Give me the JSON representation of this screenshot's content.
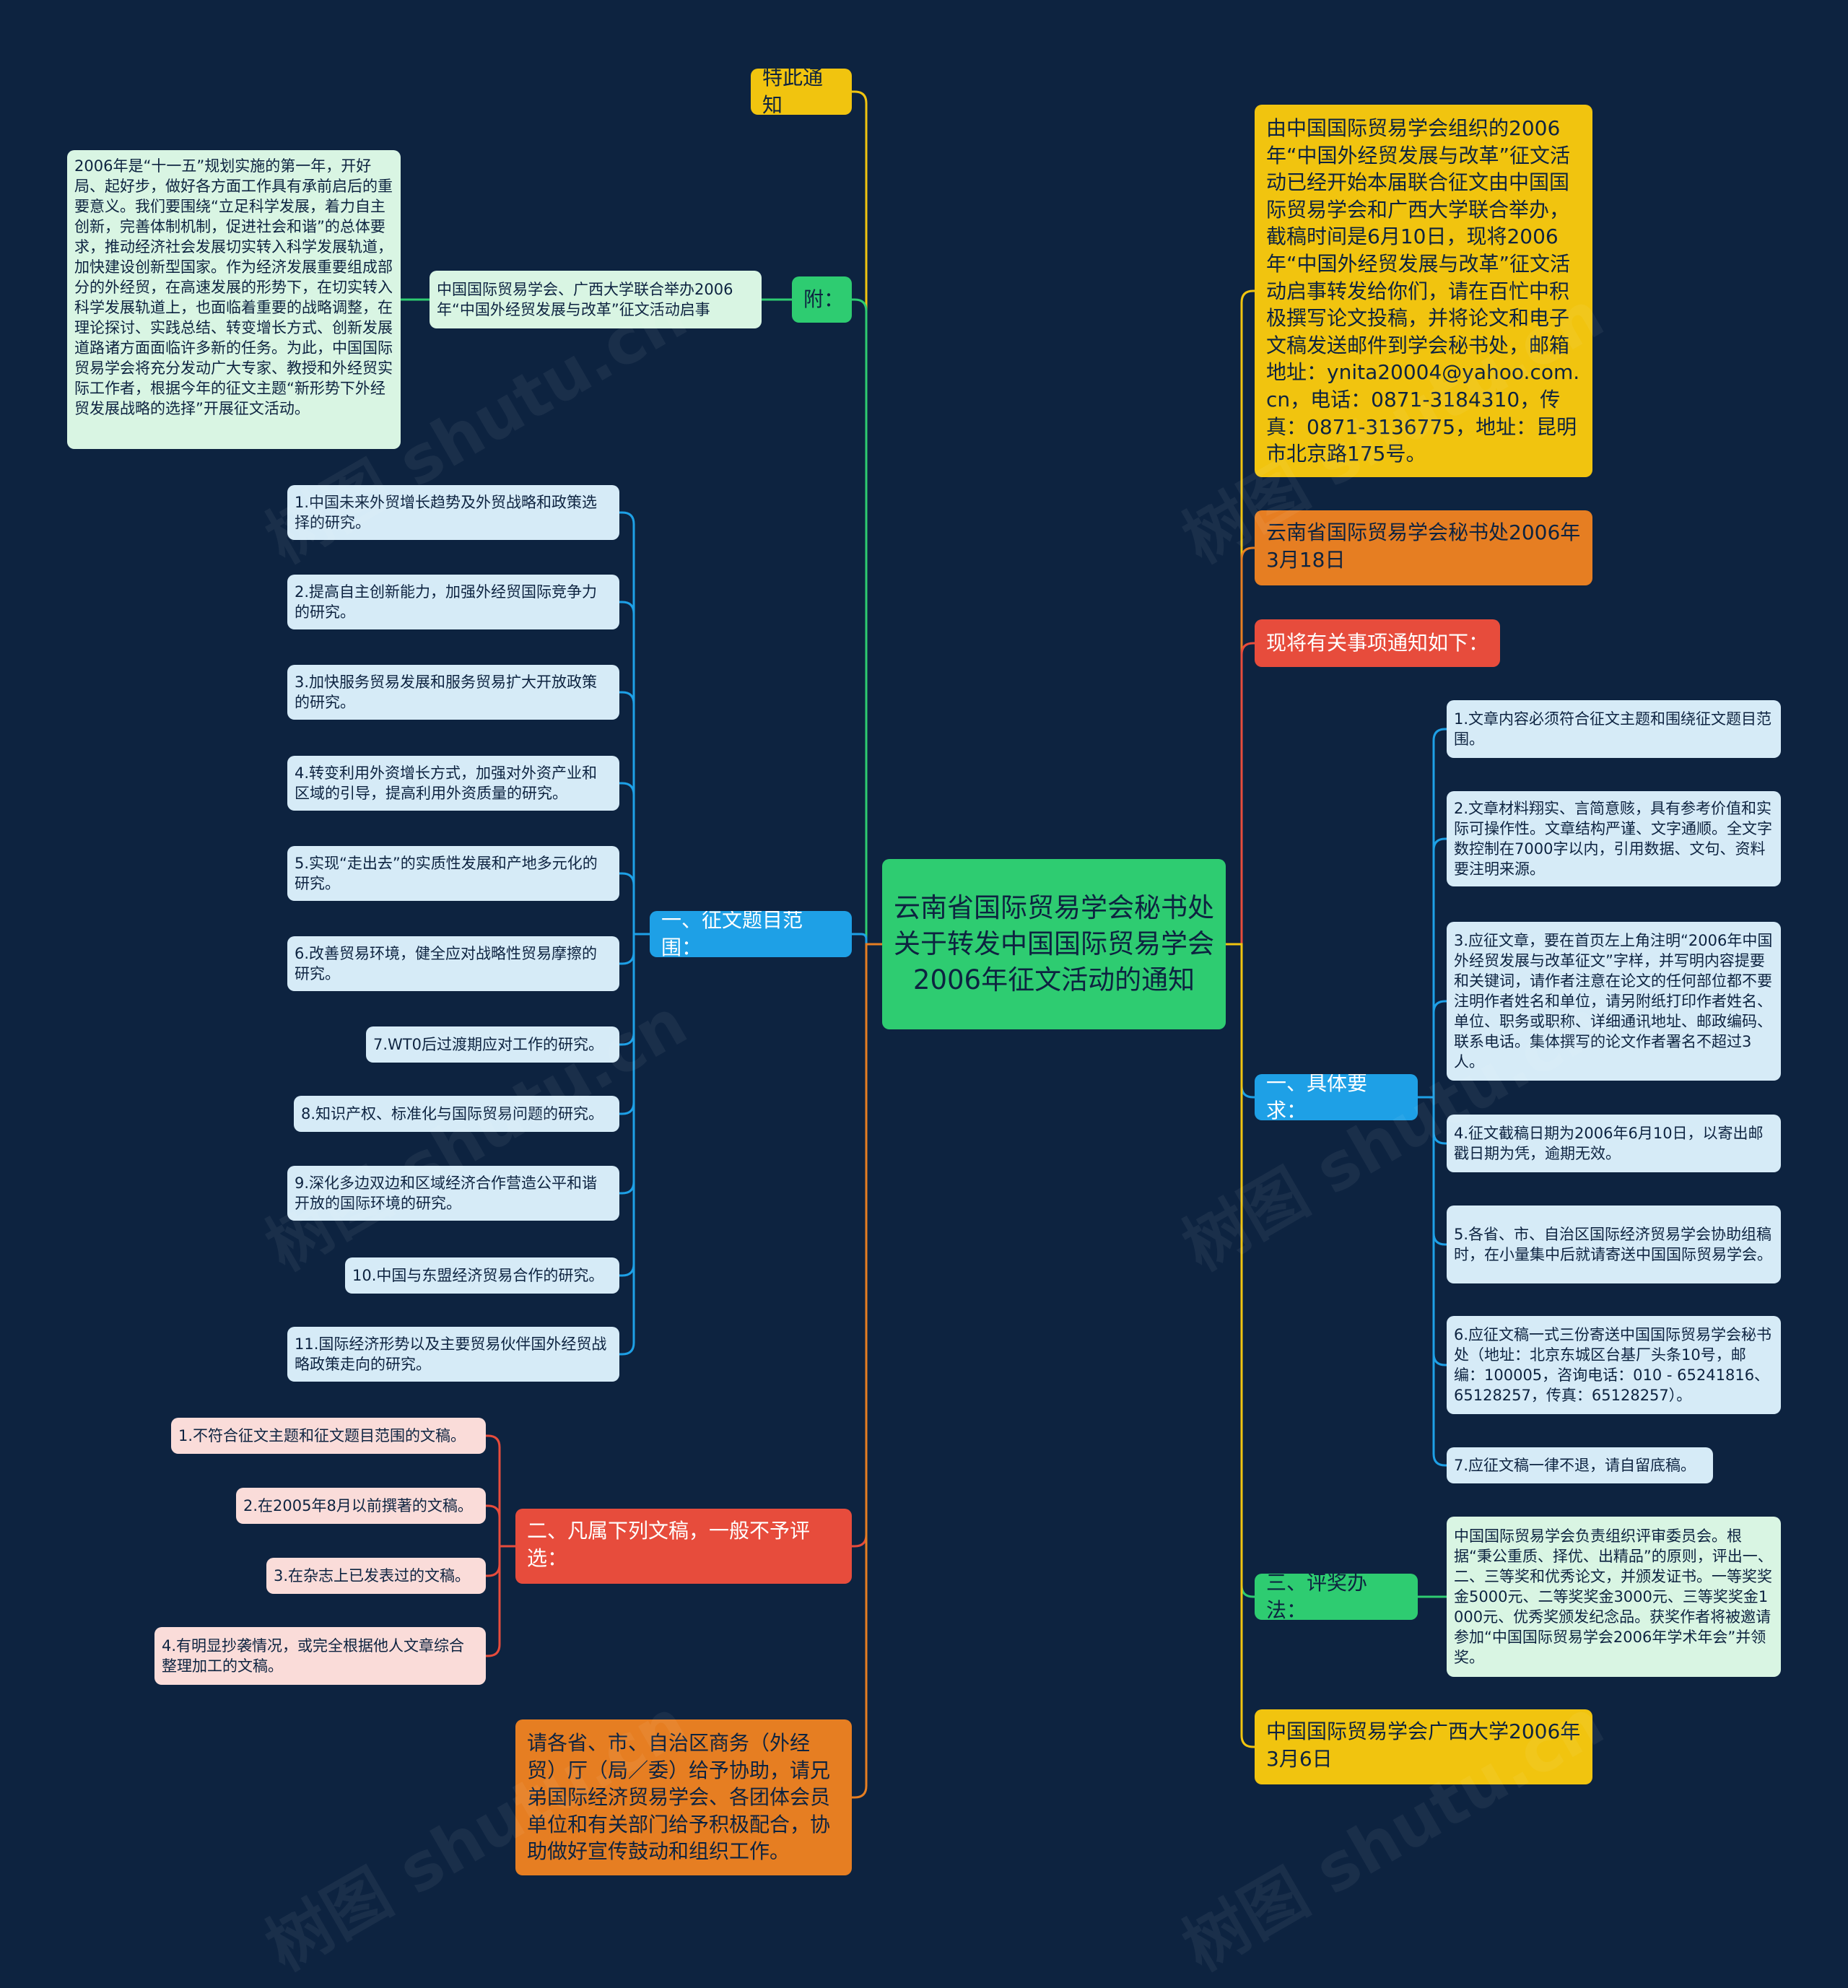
{
  "root": {
    "text": "云南省国际贸易学会秘书处关于转发中国国际贸易学会2006年征文活动的通知"
  },
  "left": {
    "tezi": "特此通知",
    "fu": {
      "label": "附：",
      "child": "中国国际贸易学会、广西大学联合举办2006年“中国外经贸发展与改革”征文活动启事",
      "detail": "2006年是“十一五”规划实施的第一年，开好局、起好步，做好各方面工作具有承前启后的重要意义。我们要围绕“立足科学发展，着力自主创新，完善体制机制，促进社会和谐”的总体要求，推动经济社会发展切实转入科学发展轨道，加快建设创新型国家。作为经济发展重要组成部分的外经贸，在高速发展的形势下，在切实转入科学发展轨道上，也面临着重要的战略调整，在理论探讨、实践总结、转变增长方式、创新发展道路诸方面面临许多新的任务。为此，中国国际贸易学会将充分发动广大专家、教授和外经贸实际工作者，根据今年的征文主题“新形势下外经贸发展战略的选择”开展征文活动。"
    },
    "topics": {
      "label": "一、征文题目范围：",
      "items": [
        "1.中国未来外贸增长趋势及外贸战略和政策选择的研究。",
        "2.提高自主创新能力，加强外经贸国际竞争力的研究。",
        "3.加快服务贸易发展和服务贸易扩大开放政策的研究。",
        "4.转变利用外资增长方式，加强对外资产业和区域的引导，提高利用外资质量的研究。",
        "5.实现“走出去”的实质性发展和产地多元化的研究。",
        "6.改善贸易环境，健全应对战略性贸易摩擦的研究。",
        "7.WT0后过渡期应对工作的研究。",
        "8.知识产权、标准化与国际贸易问题的研究。",
        "9.深化多边双边和区域经济合作营造公平和谐开放的国际环境的研究。",
        "10.中国与东盟经济贸易合作的研究。",
        "11.国际经济形势以及主要贸易伙伴国外经贸战略政策走向的研究。"
      ]
    },
    "exclude": {
      "label": "二、凡属下列文稿，一般不予评选：",
      "items": [
        "1.不符合征文主题和征文题目范围的文稿。",
        "2.在2005年8月以前撰著的文稿。",
        "3.在杂志上已发表过的文稿。",
        "4.有明显抄袭情况，或完全根据他人文章综合整理加工的文稿。"
      ]
    },
    "please": "请各省、市、自治区商务（外经贸）厅（局／委）给予协助，请兄弟国际经济贸易学会、各团体会员单位和有关部门给予积极配合，协助做好宣传鼓动和组织工作。"
  },
  "right": {
    "intro": "由中国国际贸易学会组织的2006年“中国外经贸发展与改革”征文活动已经开始本届联合征文由中国国际贸易学会和广西大学联合举办，截稿时间是6月10日，现将2006年“中国外经贸发展与改革”征文活动启事转发给你们，请在百忙中积极撰写论文投稿，并将论文和电子文稿发送邮件到学会秘书处，邮箱地址：ynita20004@yahoo.com.cn，电话：0871-3184310，传真：0871-3136775，地址：昆明市北京路175号。",
    "yunnan_date": "云南省国际贸易学会秘书处2006年3月18日",
    "notice": "现将有关事项通知如下：",
    "requirements": {
      "label": "一、具体要求：",
      "items": [
        "1.文章内容必须符合征文主题和围绕征文题目范围。",
        "2.文章材料翔实、言简意赅，具有参考价值和实际可操作性。文章结构严谨、文字通顺。全文字数控制在7000字以内，引用数据、文句、资料要注明来源。",
        "3.应征文章，要在首页左上角注明“2006年中国外经贸发展与改革征文”字样，并写明内容提要和关键词，请作者注意在论文的任何部位都不要注明作者姓名和单位，请另附纸打印作者姓名、单位、职务或职称、详细通讯地址、邮政编码、联系电话。集体撰写的论文作者署名不超过3人。",
        "4.征文截稿日期为2006年6月10日，以寄出邮戳日期为凭，逾期无效。",
        "5.各省、市、自治区国际经济贸易学会协助组稿时，在小量集中后就请寄送中国国际贸易学会。",
        "6.应征文稿一式三份寄送中国国际贸易学会秘书处（地址：北京东城区台基厂头条10号，邮编：100005，咨询电话：010 - 65241816、65128257，传真：65128257）。",
        "7.应征文稿一律不退，请自留底稿。"
      ]
    },
    "award": {
      "label": "三、评奖办法：",
      "detail": "中国国际贸易学会负责组织评审委员会。根据“秉公重质、择优、出精品”的原则，评出一、二、三等奖和优秀论文，并颁发证书。一等奖奖金5000元、二等奖奖金3000元、三等奖奖金1000元、优秀奖颁发纪念品。获奖作者将被邀请参加“中国国际贸易学会2006年学术年会”并领奖。"
    },
    "guangxi_date": "中国国际贸易学会广西大学2006年3月6日"
  },
  "colors": {
    "background": "#0d2340",
    "root": "#2ecc71",
    "yellow": "#f1c40f",
    "orange": "#e67e22",
    "red": "#e74c3c",
    "blue": "#1ea0e6",
    "green": "#2ecc71"
  }
}
